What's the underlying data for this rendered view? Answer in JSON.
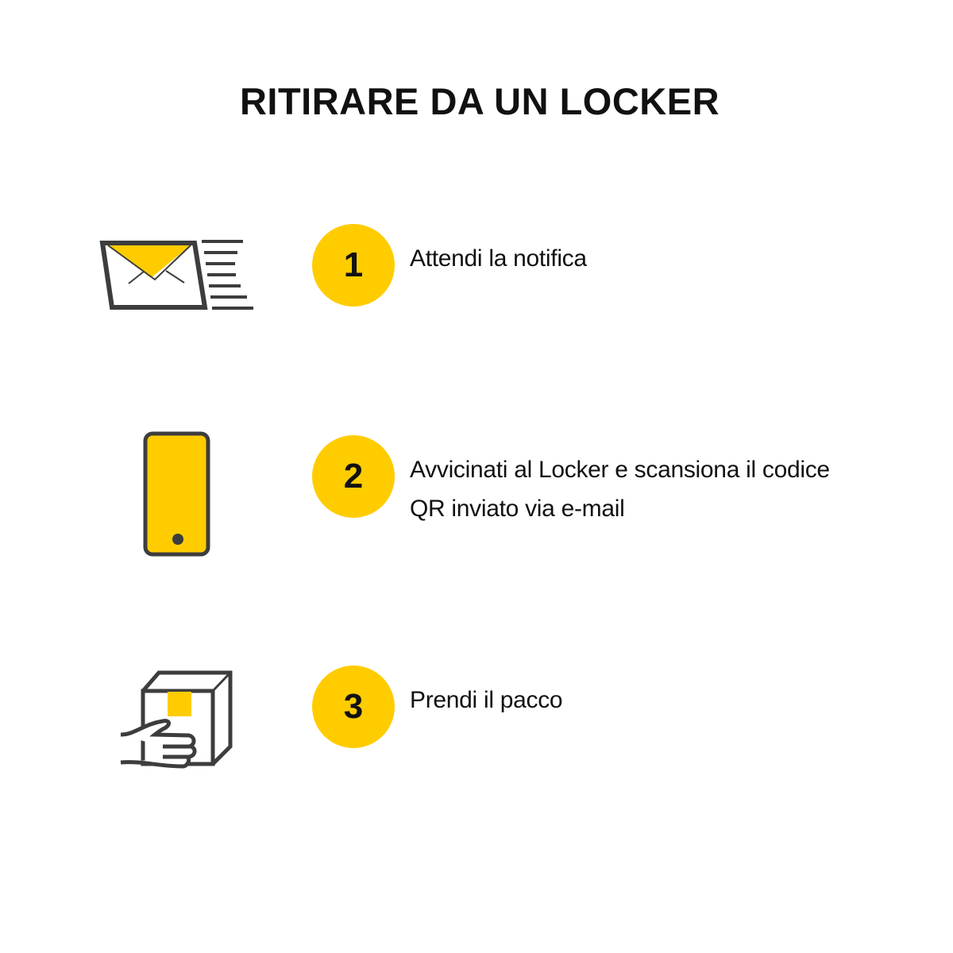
{
  "title": "RITIRARE DA UN LOCKER",
  "colors": {
    "accent": "#FFCC00",
    "icon_stroke": "#3d3d3d"
  },
  "steps": [
    {
      "number": "1",
      "text": "Attendi la notifica",
      "icon": "email-icon"
    },
    {
      "number": "2",
      "text_line1": "Avvicinati al Locker e scansiona il codice",
      "text_line2": "QR inviato via e-mail",
      "icon": "smartphone-icon"
    },
    {
      "number": "3",
      "text": "Prendi il pacco",
      "icon": "package-in-hand-icon"
    }
  ]
}
